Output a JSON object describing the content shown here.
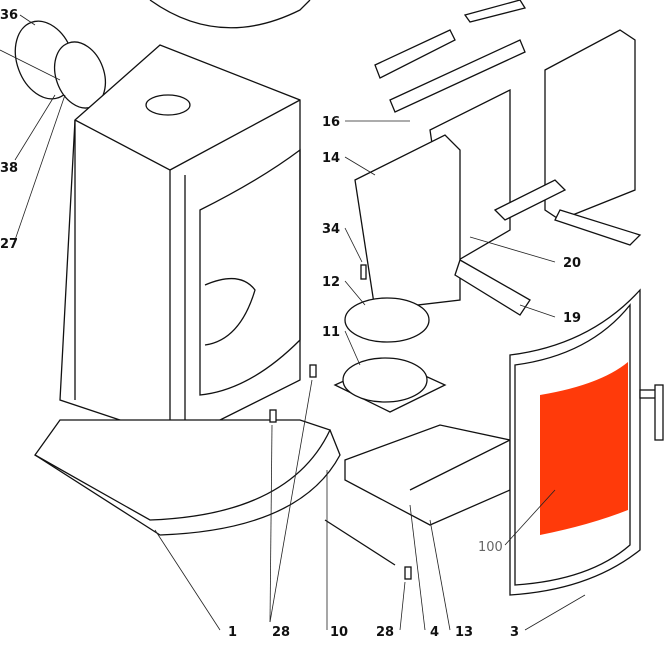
{
  "diagram": {
    "title": "Stove exploded parts view",
    "highlight_color": "#ff3a0a",
    "labels": {
      "p36": "36",
      "p38": "38",
      "p27": "27",
      "p16": "16",
      "p14": "14",
      "p34": "34",
      "p12": "12",
      "p11": "11",
      "p20": "20",
      "p19": "19",
      "p100": "100",
      "p1": "1",
      "p28a": "28",
      "p10": "10",
      "p28b": "28",
      "p4": "4",
      "p13": "13",
      "p3": "3"
    }
  }
}
